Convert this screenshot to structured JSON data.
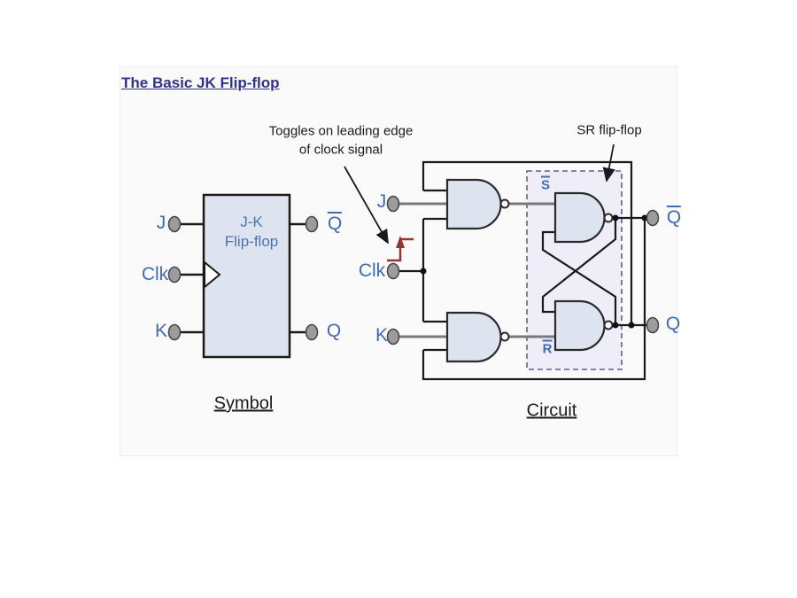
{
  "title": "The Basic JK Flip-flop",
  "symbol": {
    "caption": "Symbol",
    "block_line1": "J-K",
    "block_line2": "Flip-flop",
    "pin_j": "J",
    "pin_clk": "Clk",
    "pin_k": "K",
    "pin_qbar": "Q",
    "pin_qbar_overline": true,
    "pin_q": "Q"
  },
  "circuit": {
    "caption": "Circuit",
    "pin_j": "J",
    "pin_clk": "Clk",
    "pin_k": "K",
    "pin_qbar": "Q",
    "pin_qbar_overline": true,
    "pin_q": "Q",
    "sbar": "S",
    "sbar_overline": true,
    "rbar": "R",
    "rbar_overline": true,
    "sr_box_label": "SR flip-flop",
    "annotation_line1": "Toggles on leading edge",
    "annotation_line2": "of clock signal"
  },
  "colors": {
    "title_navy": "#31318f",
    "label_blue": "#3f6cb5",
    "gate_fill": "#dde4f0",
    "gate_stroke": "#2b2b2b",
    "wire_black": "#1a1a1a",
    "wire_gray": "#787878",
    "terminal_gray": "#9c9c9c",
    "sr_box_fill": "#efedf7",
    "sr_box_stroke": "#5f5f8a",
    "clock_edge_red": "#943634"
  }
}
